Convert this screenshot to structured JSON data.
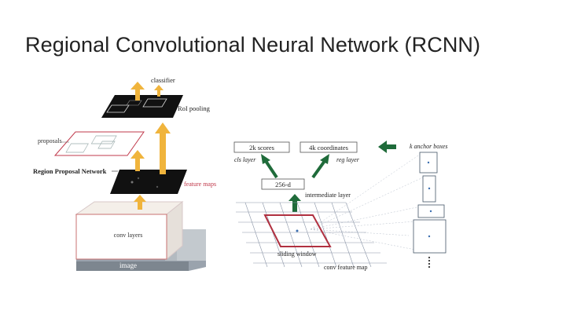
{
  "slide": {
    "title": "Regional Convolutional Neural Network (RCNN)"
  },
  "rcnn_pipeline": {
    "classifier": "classifier",
    "roi_pooling": "RoI pooling",
    "proposals": "proposals",
    "rpn": "Region Proposal Network",
    "feature_maps": "feature maps",
    "conv_layers": "conv layers",
    "image": "image",
    "colors": {
      "arrow": "#f0b43c",
      "feature_map_fill": "#111111",
      "proposal_outline": "#c0394b"
    }
  },
  "rpn_detail": {
    "scores": "2k scores",
    "coordinates": "4k coordinates",
    "anchor_boxes": "k anchor boxes",
    "cls_layer": "cls layer",
    "reg_layer": "reg layer",
    "intermediate_box": "256-d",
    "intermediate_layer": "intermediate layer",
    "sliding_window": "sliding window",
    "conv_feature_map": "conv feature map",
    "colors": {
      "arrow": "#1f6b3a",
      "window": "#b03040",
      "grid": "#8c96a8"
    }
  }
}
